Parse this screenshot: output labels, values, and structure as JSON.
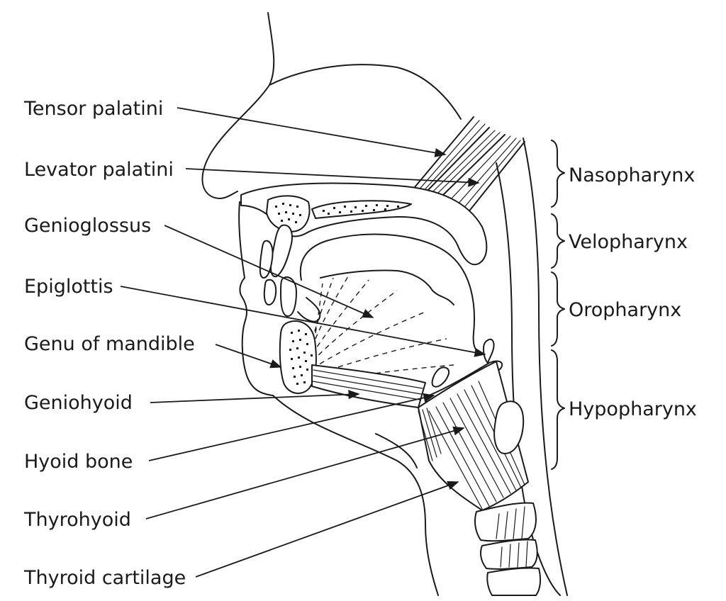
{
  "labels_left": [
    {
      "id": "tensor-palatini",
      "text": "Tensor palatini"
    },
    {
      "id": "levator-palatini",
      "text": "Levator palatini"
    },
    {
      "id": "genioglossus",
      "text": "Genioglossus"
    },
    {
      "id": "epiglottis",
      "text": "Epiglottis"
    },
    {
      "id": "genu-of-mandible",
      "text": "Genu of mandible"
    },
    {
      "id": "geniohyoid",
      "text": "Geniohyoid"
    },
    {
      "id": "hyoid-bone",
      "text": "Hyoid bone"
    },
    {
      "id": "thyrohyoid",
      "text": "Thyrohyoid"
    },
    {
      "id": "thyroid-cartilage",
      "text": "Thyroid cartilage"
    }
  ],
  "labels_right": [
    {
      "id": "nasopharynx",
      "text": "Nasopharynx"
    },
    {
      "id": "velopharynx",
      "text": "Velopharynx"
    },
    {
      "id": "oropharynx",
      "text": "Oropharynx"
    },
    {
      "id": "hypopharynx",
      "text": "Hypopharynx"
    }
  ],
  "colors": {
    "line": "#1a1a1a",
    "background": "#ffffff"
  }
}
